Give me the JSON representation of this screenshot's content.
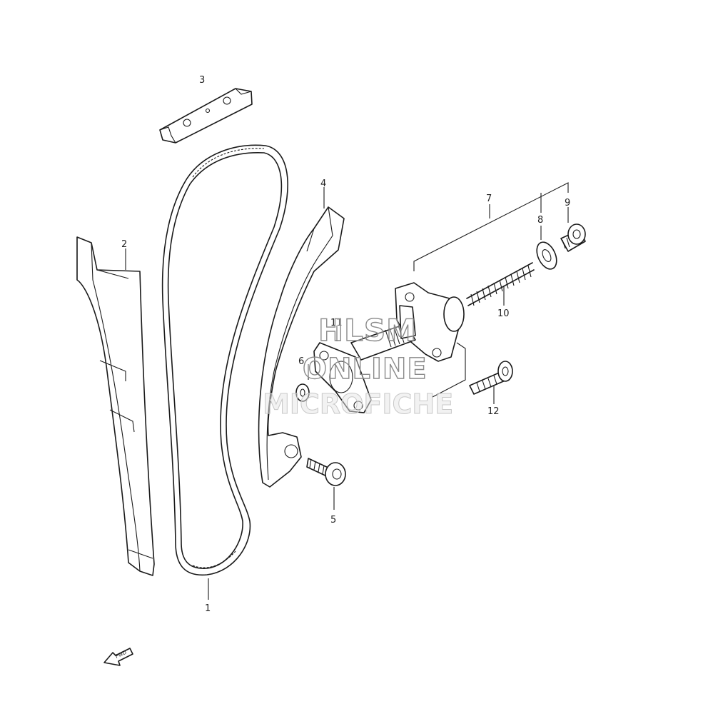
{
  "callouts": {
    "c1": "1",
    "c2": "2",
    "c3": "3",
    "c4": "4",
    "c5": "5",
    "c6": "6",
    "c7": "7",
    "c8": "8",
    "c9": "9",
    "c10": "10",
    "c11": "11",
    "c12": "12"
  },
  "watermark": {
    "line1": "HLSM",
    "line2": "ONLINE",
    "line3": "MICROFICHE"
  },
  "fwd_arrow": {
    "label": "FWD"
  }
}
